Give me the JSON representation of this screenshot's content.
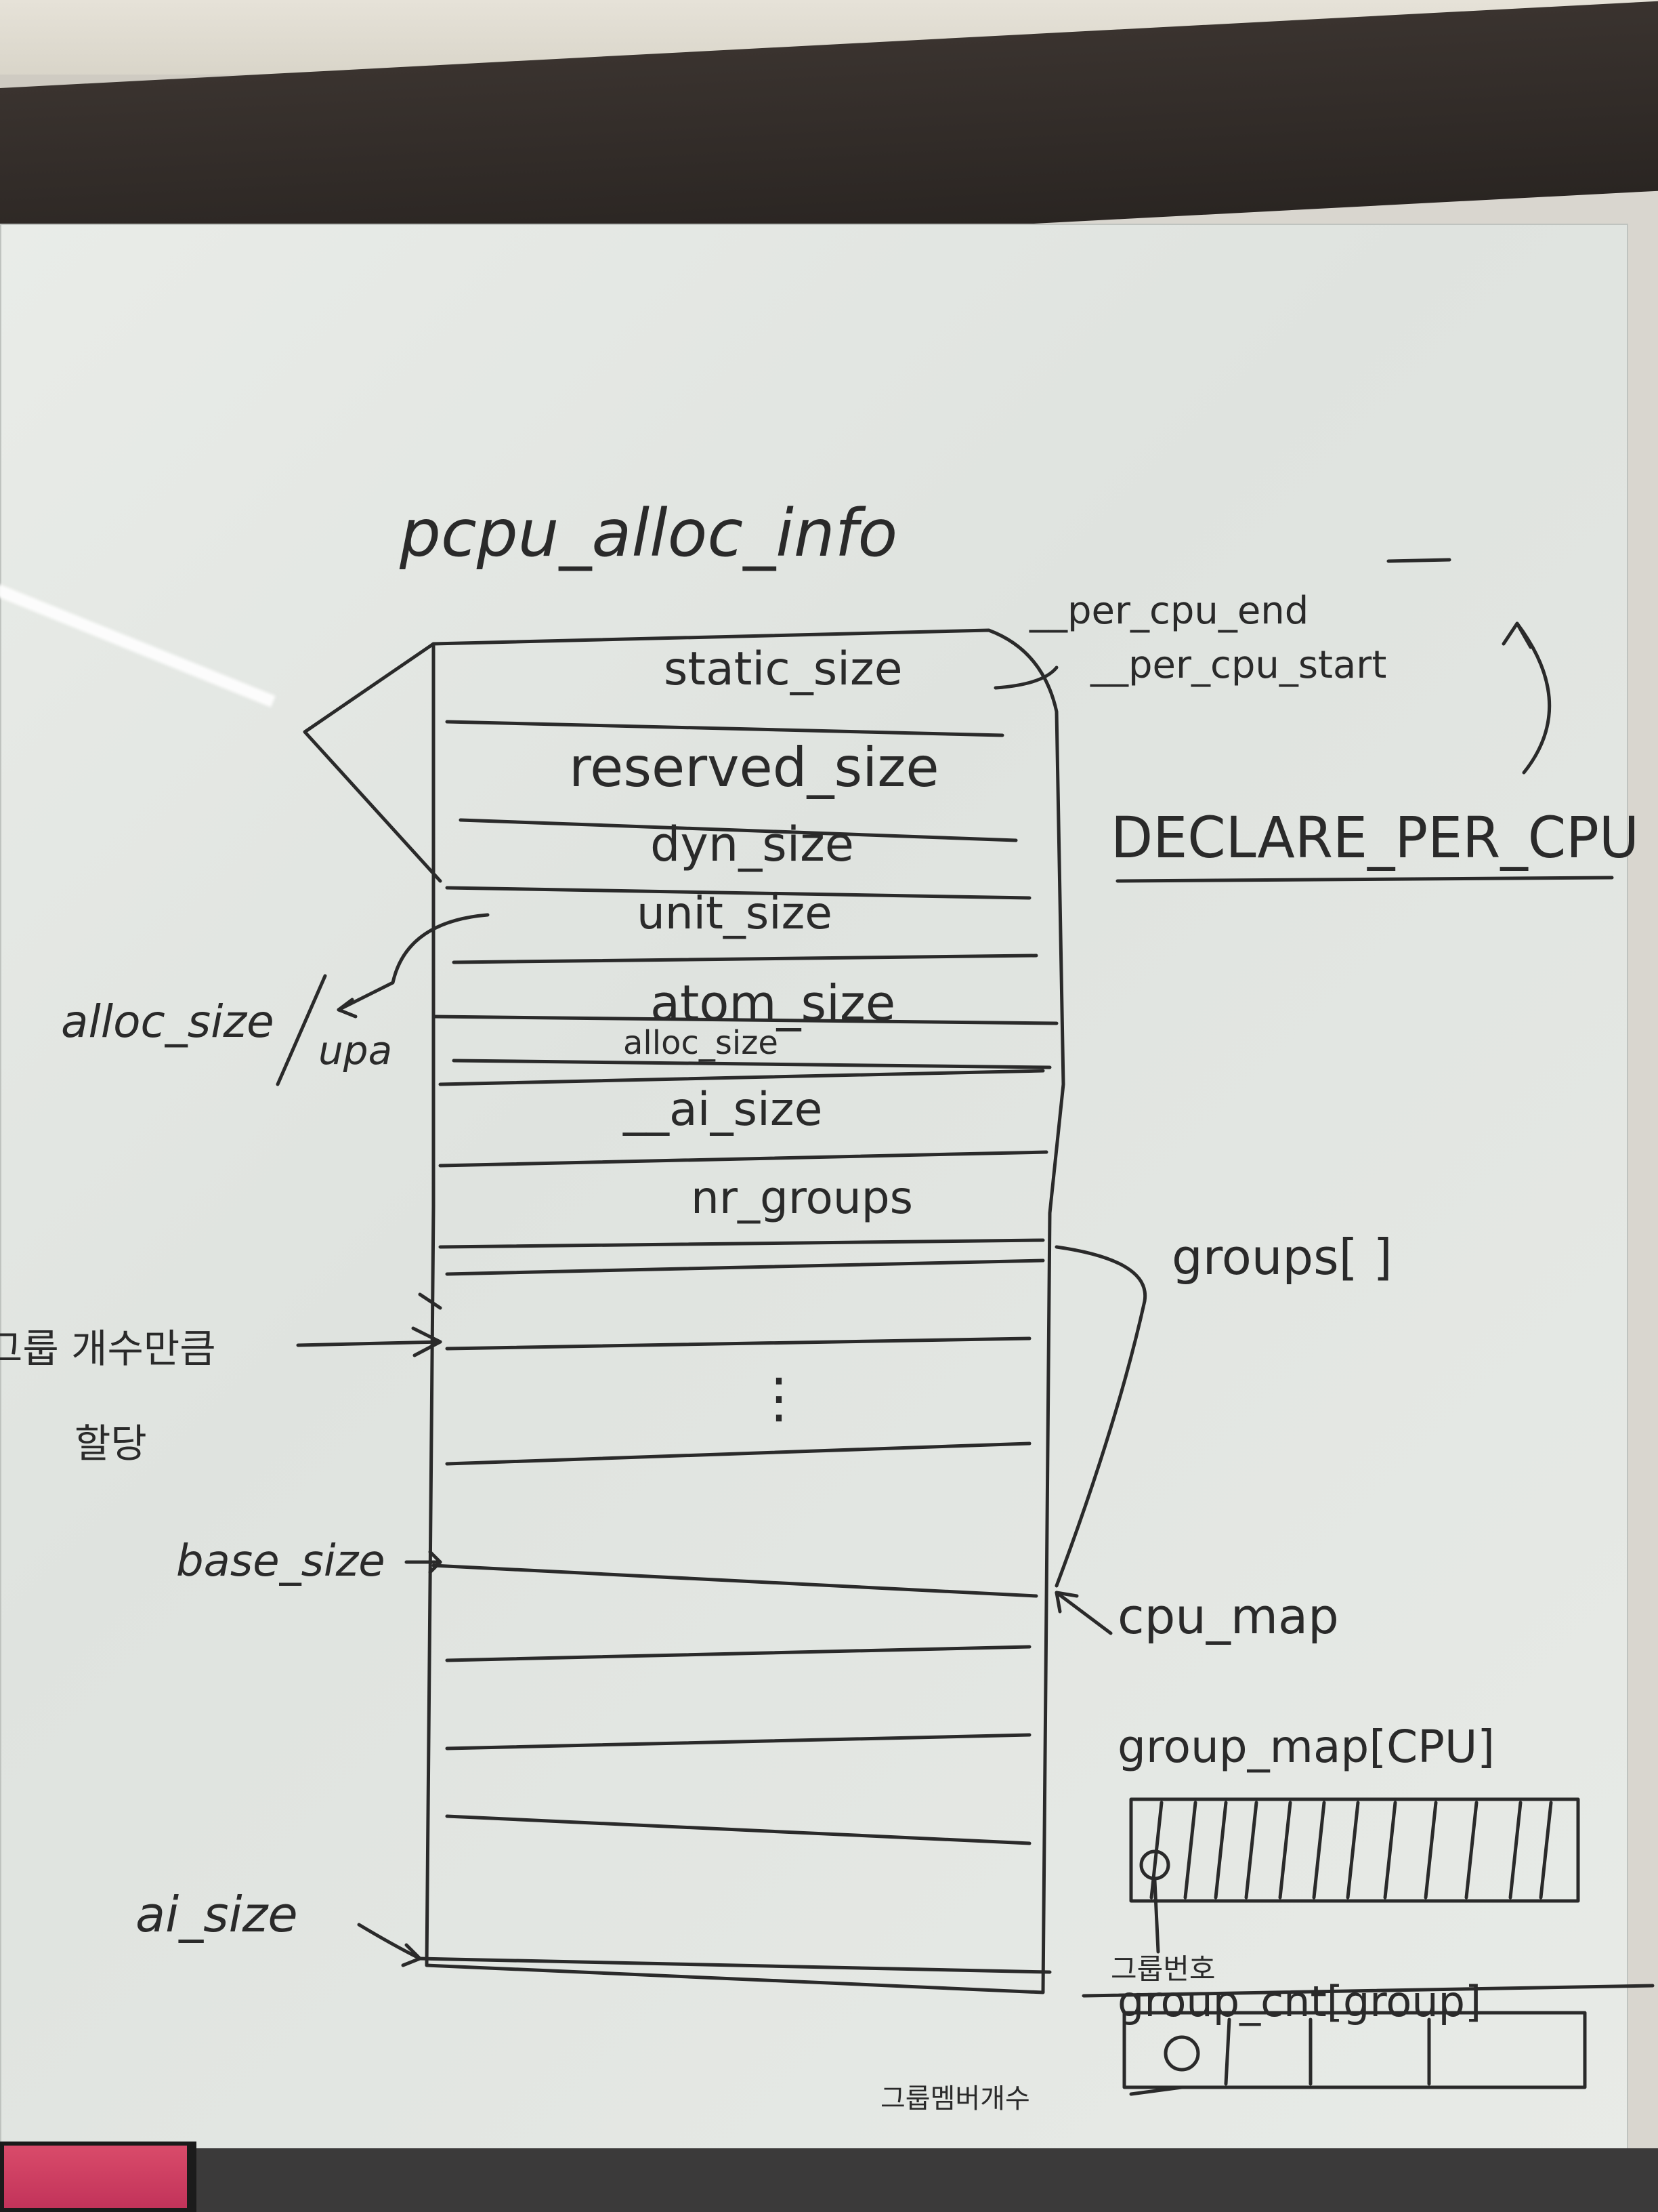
{
  "whiteboard": {
    "title": "pcpu_alloc_info",
    "fields": [
      "static_size",
      "reserved_size",
      "dyn_size",
      "unit_size",
      "atom_size",
      "alloc_size",
      "__ai_size",
      "nr_groups"
    ],
    "right_notes": {
      "per_cpu_end": "__per_cpu_end",
      "per_cpu_start": "__per_cpu_start",
      "declare": "DECLARE_PER_CPU",
      "groups": "groups[ ]",
      "cpu_map": "cpu_map",
      "group_map": "group_map[CPU]",
      "group_num": "그룹번호",
      "group_cnt": "group_cnt[group]",
      "group_member_count": "그룹멤버개수"
    },
    "left_notes": {
      "alloc_size": "alloc_size",
      "upa": "upa",
      "group_count_alloc_1": "그룹 개수만큼",
      "group_count_alloc_2": "할당",
      "base_size": "base_size",
      "ai_size": "ai_size"
    },
    "ellipsis": "⋮"
  },
  "colors": {
    "marker": "#2a2a2a",
    "board": "#e6e9e5",
    "frame": "#2f2926"
  }
}
